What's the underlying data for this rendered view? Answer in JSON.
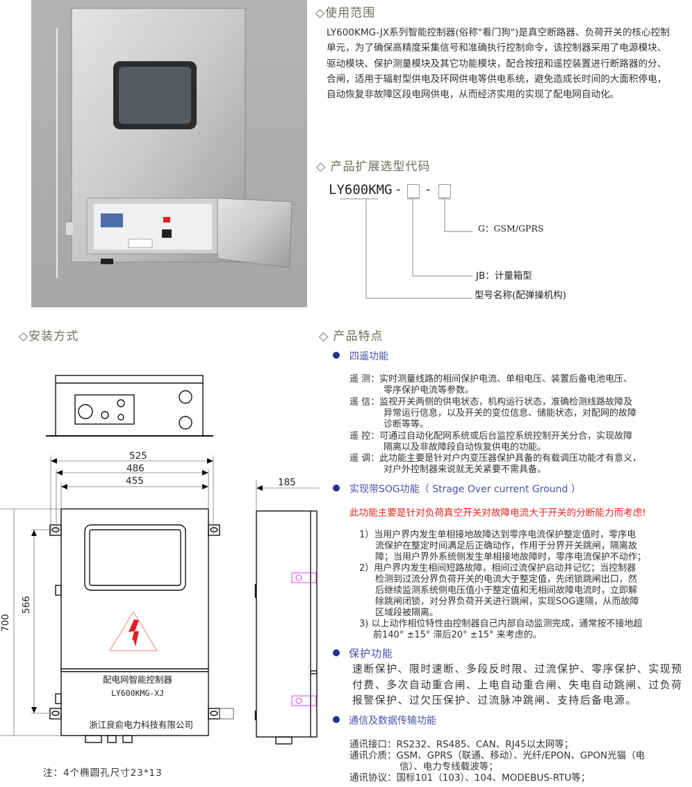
{
  "sections": {
    "usage_title": "◇使用范围",
    "code_title": "◇ 产品扩展选型代码",
    "install_title": "◇安装方式",
    "features_title": "◇ 产品特点"
  },
  "usage": {
    "text": "LY600KMG-JX系列智能控制器(俗称\"看门狗\")是真空断路器、负荷开关的核心控制单元，为了确保高精度采集信号和准确执行控制命令，该控制器采用了电源模块、驱动模块、保护测量模块及其它功能模块，配合按扭和遥控装置进行断路器的分、合闸，适用于辐射型供电及环网供电等供电系统，避免造成长时间的大面积停电，自动恢复非故障区段电网供电，从而经济实用的实现了配电网自动化。"
  },
  "model_code": {
    "base": "LY600KMG",
    "dash": "-",
    "options": [
      {
        "label": "G：GSM/GPRS"
      },
      {
        "label": "JB：计量箱型"
      },
      {
        "label": "型号名称(配弹操机构)"
      }
    ]
  },
  "drawing": {
    "dims": {
      "w525": "525",
      "w486": "486",
      "w455": "455",
      "d185": "185",
      "h700": "700",
      "h566": "566"
    },
    "panel_title": "配电网智能控制器",
    "panel_model": "LY600KMG-XJ",
    "company": "浙江良俞电力科技有限公司",
    "note": "注：4个椭圆孔尺寸23*13"
  },
  "features": {
    "four_remote": {
      "heading": "四遥功能",
      "lines": [
        "遥 测：实时测量线路的相间保护电流、单相电压、装置后备电池电压、",
        "零序保护电流等参数。",
        "遥 信：监视开关两侧的供电状态，机构运行状态，准确检测线路故障及",
        "异常运行信息，以及开关的变位信息、储能状态，对配网的故障",
        "诊断等等。",
        "遥 控：可通过自动化配网系统或后台监控系统控制开关分合，实现故障",
        "隔离以及非故障段自动恢复供电的功能。",
        "遥 调：此功能主要是针对户内变压器保护具备的有载调压功能才有意义，",
        "对户外控制器来说就无关紧要不需具备。"
      ]
    },
    "sog": {
      "heading": "实现带SOG功能（ Strage Over current Ground ）",
      "highlight": "此功能主要是针对负荷真空开关对故障电流大于开关的分断能力而考虑!",
      "lines": [
        "1）当用户界内发生单相接地故障达到零序电流保护整定值时，零序电",
        "流保护在整定时间满足后正确动作，作用于分界开关跳闸，隔离故",
        "障；当用户界外系统侧发生单相接地故障时，零序电流保护不动作；",
        "2）用户界内发生相间短路故障，相间过流保护启动并记忆；当控制器",
        "检测到过流分界负荷开关的电流大于整定值，先闭锁跳闸出口，然",
        "后继续监测系统侧电压值小于整定值和无相间故障电流时，立即解",
        "除跳闸闭锁，对分界负荷开关进行跳闸，实现SOG速隔，从而故障",
        "区域段被隔离。",
        "3) 以上动作相位特性由控制器自己内部自动监测完成，通常按不接地超",
        "前140°  ±15°  滞后20°  ±15°  来考虑的。"
      ]
    },
    "protection": {
      "heading": "保护功能",
      "text": "速断保护、限时速断、多段反时限、过流保护、零序保护、实现预付费、多次自动重合闸、上电自动重合闸、失电自动跳闸、过负荷报警保护、过欠压保护、过流脉冲跳闸、支持后备电源。"
    },
    "comm": {
      "heading": "通信及数据传输功能",
      "lines": [
        "通讯接口：RS232、RS485、CAN、RJ45以太网等；",
        "通讯介质：GSM、GPRS（联通、移动）、光纤/EPON、GPON光猫（电",
        "信）、电力专线载波等；",
        "通讯协议：国标101（103）、104、MODEBUS-RTU等；"
      ]
    }
  },
  "colors": {
    "heading_blue": "#4a50a8",
    "bullet": "#2b2f8f",
    "highlight_red": "#e3261f",
    "section_gray": "#6e6e5e"
  }
}
